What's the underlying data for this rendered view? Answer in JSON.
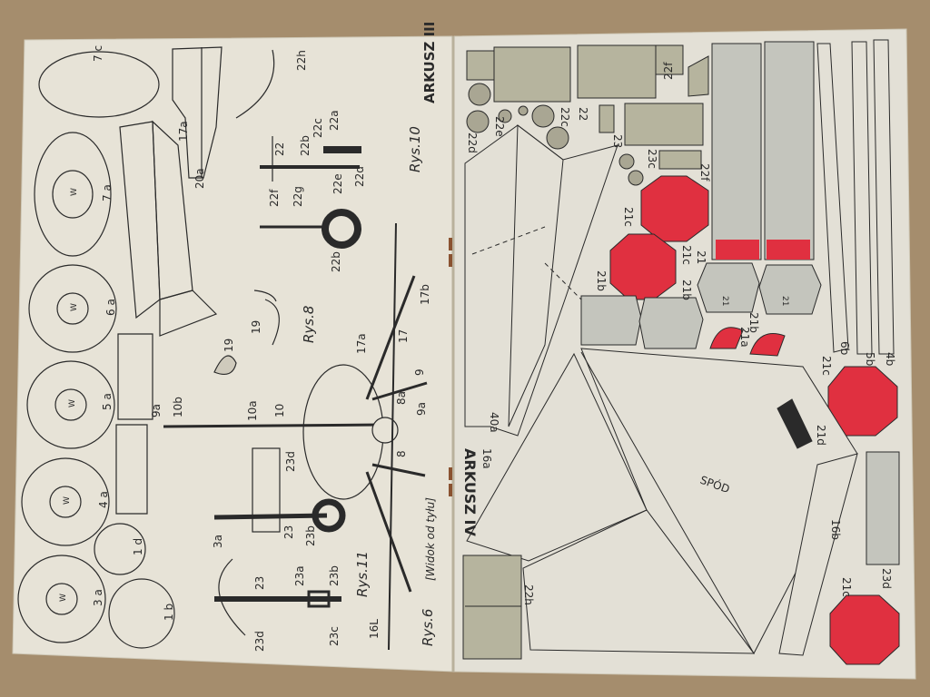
{
  "colors": {
    "table": "#a58d6d",
    "paper": "#e7e3d7",
    "paper_right": "#e3e0d6",
    "ink": "#2a2a2a",
    "olive": "#b6b49e",
    "red": "#e03040",
    "grey": "#c4c5bd"
  },
  "left_page": {
    "sheet_title": "ARKUSZ III",
    "rys10": "Rys.10",
    "rys8": "Rys.8",
    "rys11": "Rys.11",
    "rys6": "Rys.6",
    "rys6_note": "[Widok od tyłu]",
    "circle_labels": [
      "7 c",
      "7 a",
      "6 a",
      "5 a",
      "4 a",
      "3 a",
      "1 d",
      "1 b"
    ],
    "w": "W",
    "part_labels": [
      "22h",
      "22",
      "22b",
      "22c",
      "22a",
      "22f",
      "22g",
      "22e",
      "22d",
      "22b",
      "20a",
      "17a",
      "19",
      "19",
      "17b",
      "17a",
      "17",
      "9",
      "8a",
      "9a",
      "8",
      "10a",
      "10",
      "10b",
      "9a",
      "23d",
      "23",
      "23b",
      "3a",
      "23",
      "23a",
      "23b",
      "23c",
      "23d",
      "16L"
    ]
  },
  "right_page": {
    "sheet_title": "ARKUSZ IV",
    "bottom_label": "SPÓD",
    "part_labels": [
      "22f",
      "22",
      "22c",
      "22e",
      "22d",
      "23",
      "23c",
      "22f",
      "21c",
      "21c",
      "21",
      "21b",
      "21b",
      "21b",
      "21a",
      "21c",
      "6b",
      "5b",
      "4b",
      "21d",
      "16a",
      "16b",
      "21c",
      "23d",
      "22h",
      "40a",
      "21",
      "21"
    ]
  }
}
